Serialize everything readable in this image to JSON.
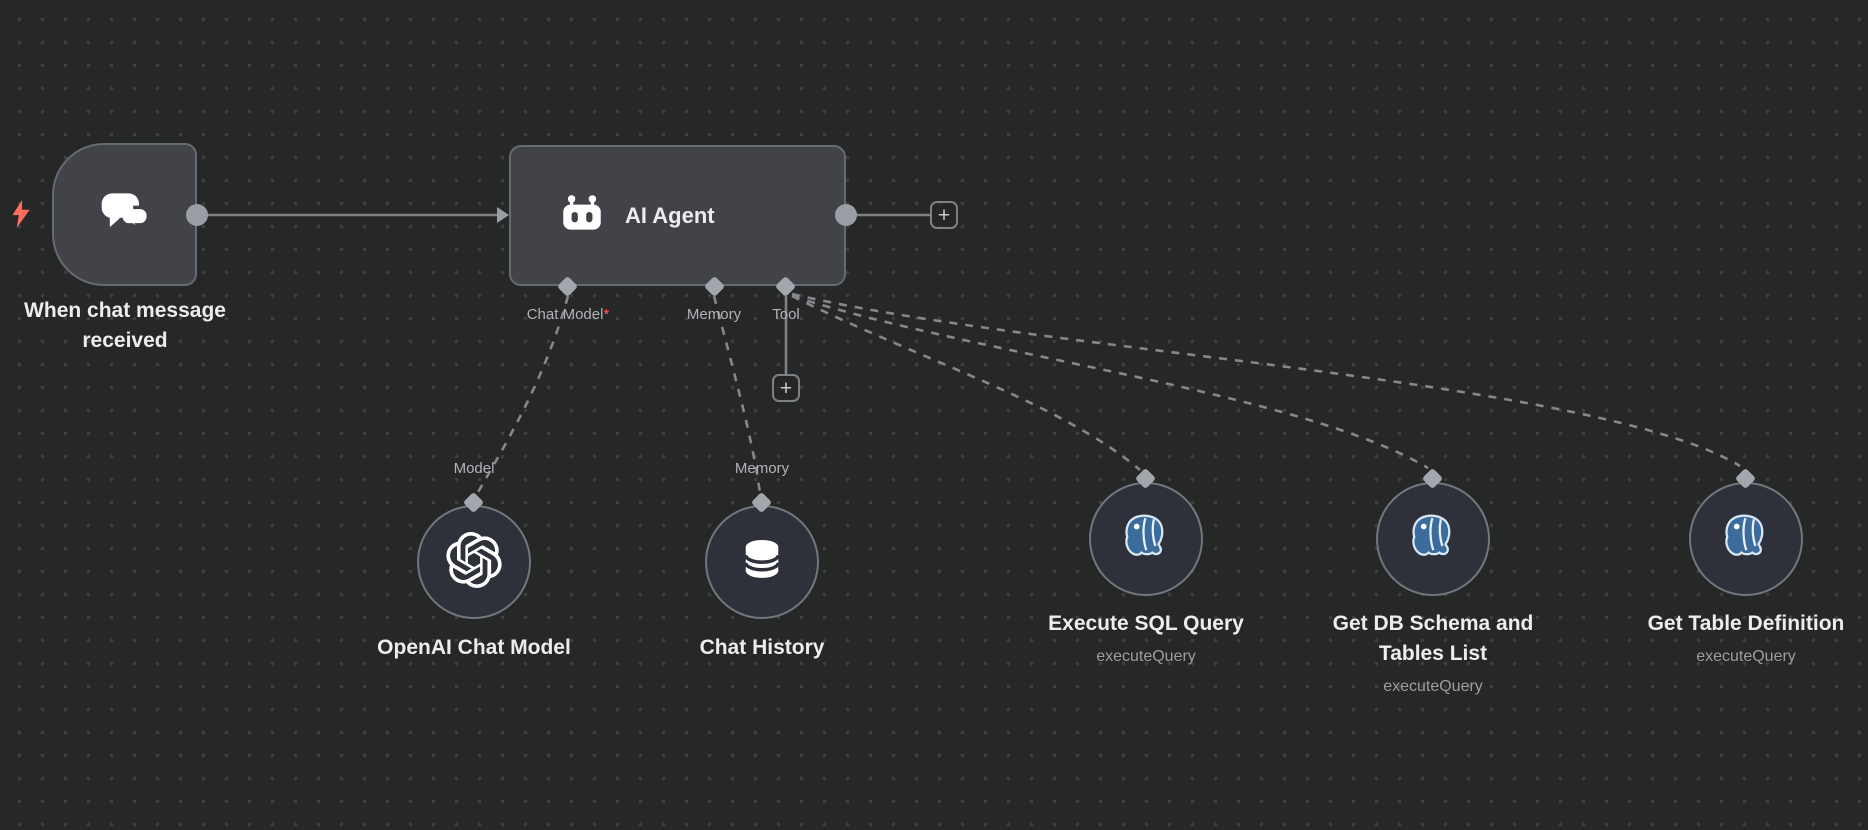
{
  "canvas": {
    "background": "#262727",
    "dot_color": "#3e3f3f"
  },
  "colors": {
    "trigger_accent": "#ff6d5c",
    "postgres_blue": "#3c6c9c",
    "node_fill": "#414349",
    "circle_fill": "#2f313a",
    "connection_line": "#85878d",
    "title_text": "#ededee",
    "muted_text": "#9b9da2"
  },
  "ui": {
    "plus": "+"
  },
  "trigger": {
    "label": "When chat message received",
    "icon": "chat-bubbles-icon"
  },
  "agent": {
    "title": "AI Agent",
    "icon": "robot-icon",
    "ports": [
      {
        "label": "Chat Model",
        "required": "*"
      },
      {
        "label": "Memory",
        "required": ""
      },
      {
        "label": "Tool",
        "required": ""
      }
    ]
  },
  "subnodes": {
    "model": {
      "port_label": "Model",
      "label": "OpenAI Chat Model",
      "icon": "openai-icon"
    },
    "memory": {
      "port_label": "Memory",
      "label": "Chat History",
      "icon": "database-icon"
    },
    "tools": [
      {
        "label": "Execute SQL Query",
        "operation": "executeQuery",
        "icon": "postgres-icon"
      },
      {
        "label": "Get DB Schema and Tables List",
        "operation": "executeQuery",
        "icon": "postgres-icon"
      },
      {
        "label": "Get Table Definition",
        "operation": "executeQuery",
        "icon": "postgres-icon"
      }
    ]
  }
}
